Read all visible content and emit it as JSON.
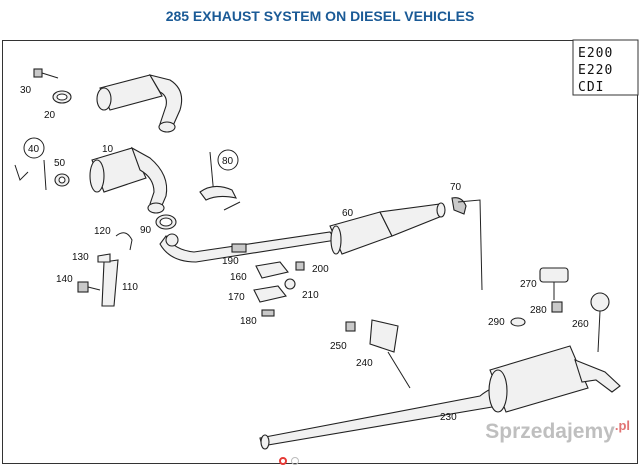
{
  "title": "285 EXHAUST SYSTEM ON DIESEL VEHICLES",
  "model_box": [
    "E200",
    "E220",
    "CDI"
  ],
  "parts": {
    "p10": "10",
    "p20": "20",
    "p30": "30",
    "p40": "40",
    "p50": "50",
    "p60": "60",
    "p70": "70",
    "p80": "80",
    "p90": "90",
    "p110": "110",
    "p120": "120",
    "p130": "130",
    "p140": "140",
    "p160": "160",
    "p170": "170",
    "p180": "180",
    "p190": "190",
    "p200": "200",
    "p210": "210",
    "p230": "230",
    "p240": "240",
    "p250": "250",
    "p260": "260",
    "p270": "270",
    "p280": "280",
    "p290": "290"
  },
  "watermark": {
    "text": "Sprzedajemy",
    "suffix": ".pl"
  },
  "pager": {
    "count": 2,
    "active": 1
  }
}
